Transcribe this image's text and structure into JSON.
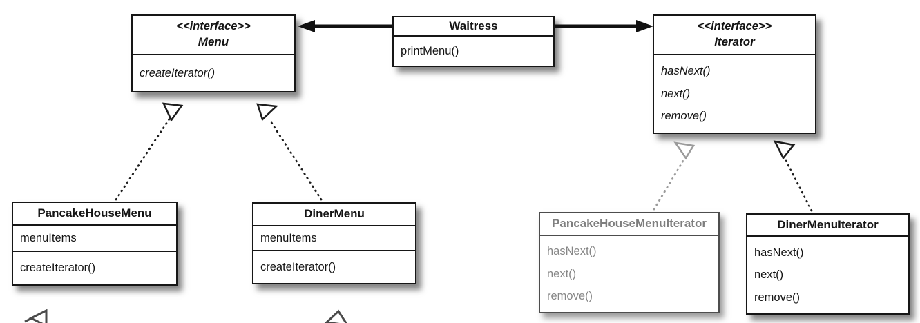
{
  "diagram": {
    "kind": "UML class diagram"
  },
  "colors": {
    "background": "#ffffff",
    "ink": "#161616",
    "muted_text": "#7e7e7e",
    "muted_member_text": "#878787",
    "muted_border": "#4d4d4d",
    "muted_edge": "#9b9b9b",
    "clipped_arrow": "#4a4a4a"
  },
  "classes": {
    "menu": {
      "stereotype": "<<interface>>",
      "name": "Menu",
      "methods": [
        "createIterator()"
      ]
    },
    "waitress": {
      "name": "Waitress",
      "methods": [
        "printMenu()"
      ]
    },
    "iterator": {
      "stereotype": "<<interface>>",
      "name": "Iterator",
      "methods": [
        "hasNext()",
        "next()",
        "remove()"
      ]
    },
    "pancake_house_menu": {
      "name": "PancakeHouseMenu",
      "fields": [
        "menuItems"
      ],
      "methods": [
        "createIterator()"
      ]
    },
    "diner_menu": {
      "name": "DinerMenu",
      "fields": [
        "menuItems"
      ],
      "methods": [
        "createIterator()"
      ]
    },
    "pancake_house_menu_iterator": {
      "name": "PancakeHouseMenuIterator",
      "methods": [
        "hasNext()",
        "next()",
        "remove()"
      ]
    },
    "diner_menu_iterator": {
      "name": "DinerMenuIterator",
      "methods": [
        "hasNext()",
        "next()",
        "remove()"
      ]
    }
  },
  "relationships": [
    {
      "from": "Waitress",
      "to": "Menu",
      "type": "association"
    },
    {
      "from": "Waitress",
      "to": "Iterator",
      "type": "association"
    },
    {
      "from": "PancakeHouseMenu",
      "to": "Menu",
      "type": "implements"
    },
    {
      "from": "DinerMenu",
      "to": "Menu",
      "type": "implements"
    },
    {
      "from": "PancakeHouseMenuIterator",
      "to": "Iterator",
      "type": "implements"
    },
    {
      "from": "DinerMenuIterator",
      "to": "Iterator",
      "type": "implements"
    }
  ]
}
